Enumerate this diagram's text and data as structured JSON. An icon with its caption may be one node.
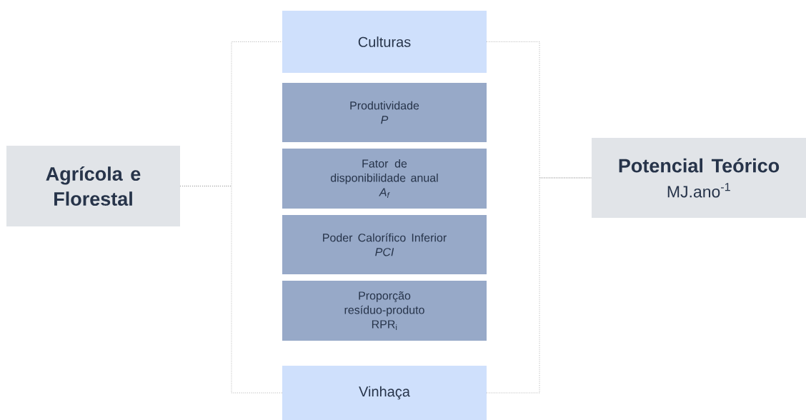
{
  "diagram": {
    "nodes": [
      {
        "text": [
          "Agrícola e Florestal"
        ]
      },
      {
        "text": [
          "Culturas"
        ]
      },
      {
        "text": [
          "Produtividade",
          "P"
        ]
      },
      {
        "text": [
          "Fator de disponibilidade anual",
          "A$_{f}$"
        ]
      },
      {
        "text": [
          "Poder Calorífico Inferior",
          "PCI"
        ]
      },
      {
        "text": [
          "Proporção resíduo-produto",
          "RPR$_{i}$"
        ]
      },
      {
        "text": [
          "Vinhaça"
        ]
      },
      {
        "text": [
          "Potencial Teórico",
          "MJ.ano$^{-1}$"
        ]
      }
    ],
    "edges": [
      {
        "from": 0,
        "to": 1,
        "arrow": "none"
      },
      {
        "from": 0,
        "to": 6,
        "arrow": "none"
      },
      {
        "from": 1,
        "to": 7,
        "arrow": "none"
      },
      {
        "from": 6,
        "to": 7,
        "arrow": "none"
      }
    ]
  }
}
